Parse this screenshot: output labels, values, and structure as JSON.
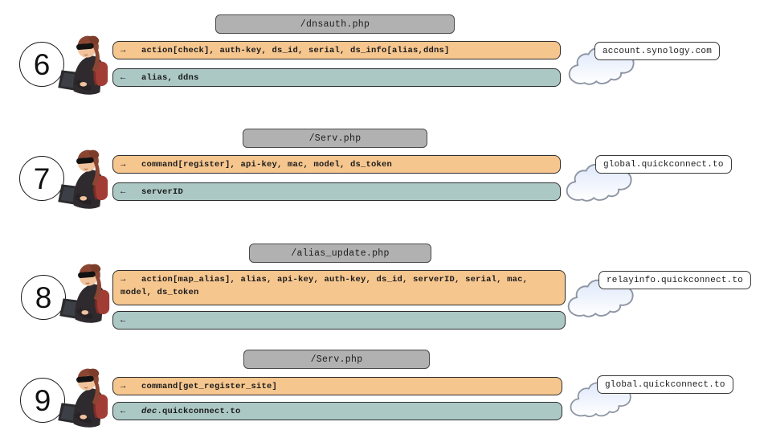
{
  "icons": {
    "request_arrow": "→",
    "response_arrow": "←"
  },
  "colors": {
    "request_fill": "#f6c68f",
    "response_fill": "#abc8c5",
    "endpoint_fill": "#b1b1b1",
    "cloud_fill": "#e9effb",
    "border": "#2e2e2e"
  },
  "rows": [
    {
      "number": "6",
      "endpoint": "/dnsauth.php",
      "request": "action[check], auth-key, ds_id, serial, ds_info[alias,ddns]",
      "response_italic": "",
      "response": "alias, ddns",
      "cloud_label": "account.synology.com"
    },
    {
      "number": "7",
      "endpoint": "/Serv.php",
      "request": "command[register], api-key, mac, model, ds_token",
      "response_italic": "",
      "response": "serverID",
      "cloud_label": "global.quickconnect.to"
    },
    {
      "number": "8",
      "endpoint": "/alias_update.php",
      "request": "action[map_alias], alias, api-key, auth-key, ds_id, serverID, serial, mac, model, ds_token",
      "response_italic": "",
      "response": "",
      "cloud_label": "relayinfo.quickconnect.to"
    },
    {
      "number": "9",
      "endpoint": "/Serv.php",
      "request": "command[get_register_site]",
      "response_italic": "dec",
      "response": ".quickconnect.to",
      "cloud_label": "global.quickconnect.to"
    }
  ]
}
